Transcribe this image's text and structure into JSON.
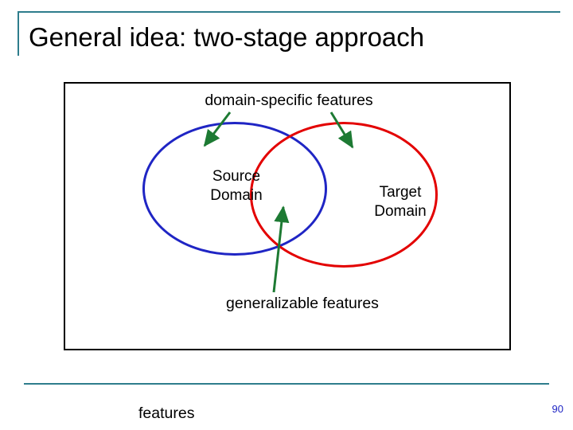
{
  "slide": {
    "title": "General idea: two-stage approach",
    "page_number": "90",
    "accent_color": "#2e7d8c"
  },
  "diagram": {
    "labels": {
      "domain_specific": "domain-specific features",
      "source_domain": "Source\nDomain",
      "target_domain": "Target\nDomain",
      "generalizable": "generalizable features",
      "features_outside": "features"
    },
    "ellipses": [
      {
        "name": "source-domain-ellipse",
        "color": "#1f25c4"
      },
      {
        "name": "target-domain-ellipse",
        "color": "#e30000"
      }
    ],
    "arrows": {
      "color": "#1d7a33",
      "items": [
        {
          "name": "arrow-to-source-domain",
          "from": "domain-specific-features-label",
          "to": "source-domain-ellipse"
        },
        {
          "name": "arrow-to-target-domain",
          "from": "domain-specific-features-label",
          "to": "target-domain-ellipse"
        },
        {
          "name": "arrow-to-overlap",
          "from": "generalizable-features-label",
          "to": "ellipse-overlap"
        }
      ]
    }
  }
}
